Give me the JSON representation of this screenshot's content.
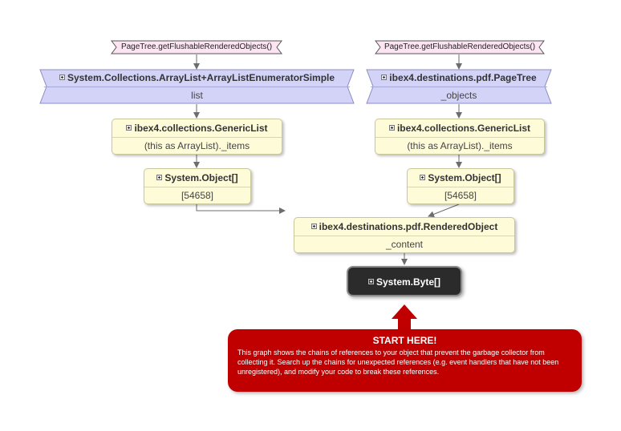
{
  "roots": [
    {
      "label": "PageTree.getFlushableRenderedObjects()"
    },
    {
      "label": "PageTree.getFlushableRenderedObjects()"
    }
  ],
  "root_nodes": [
    {
      "type": "System.Collections.ArrayList+ArrayListEnumeratorSimple",
      "field": "list"
    },
    {
      "type": "ibex4.destinations.pdf.PageTree",
      "field": "_objects"
    }
  ],
  "nodes": [
    {
      "type": "ibex4.collections.GenericList",
      "field": "(this as ArrayList)._items"
    },
    {
      "type": "ibex4.collections.GenericList",
      "field": "(this as ArrayList)._items"
    },
    {
      "type": "System.Object[]",
      "field": "[54658]"
    },
    {
      "type": "System.Object[]",
      "field": "[54658]"
    },
    {
      "type": "ibex4.destinations.pdf.RenderedObject",
      "field": "_content"
    }
  ],
  "target": {
    "type": "System.Byte[]"
  },
  "callout": {
    "title": "START HERE!",
    "body": "This graph shows the chains of references to your object that prevent the garbage collector from collecting it. Search up the chains for unexpected references (e.g. event handlers that have not been unregistered), and modify your code to break these references."
  },
  "colors": {
    "root_tag_fill": "#fde4f3",
    "root_node_fill": "#d3d3f8",
    "node_fill": "#fdfbd8",
    "target_fill": "#2b2b2b",
    "callout_fill": "#c00000",
    "edge_color": "#6d6d6d"
  },
  "icons": {
    "expand": "expand-plus-icon"
  }
}
